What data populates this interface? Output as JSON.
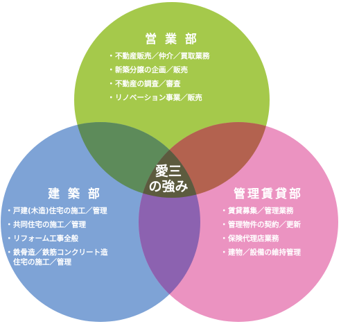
{
  "center": {
    "line1": "愛三",
    "line2": "の強み"
  },
  "circles": {
    "sales": {
      "title": "営 業 部",
      "color": "#a5c94b",
      "items": [
        "不動産販売／仲介／買取業務",
        "新築分譲の企画／販売",
        "不動産の調査／審査",
        "リノベーション事業／販売"
      ]
    },
    "construction": {
      "title": "建 築 部",
      "color": "#7ea3d6",
      "items": [
        "戸建(木造)住宅の施工／管理",
        "共同住宅の施工／管理",
        "リフォーム工事全般",
        "鉄骨造／鉄筋コンクリート造",
        "住宅の施工／管理"
      ]
    },
    "management": {
      "title": "管理賃貸部",
      "color": "#eb93c1",
      "items": [
        "賃貸募集／管理業務",
        "管理物件の契約／更新",
        "保険代理店業務",
        "建物／設備の維持管理"
      ]
    }
  },
  "overlap_colors": {
    "sales_construction": "#5d8b5a",
    "sales_management": "#b3624f",
    "construction_management": "#8c62b0",
    "all": "#5c5b3e"
  },
  "bullet": "・"
}
